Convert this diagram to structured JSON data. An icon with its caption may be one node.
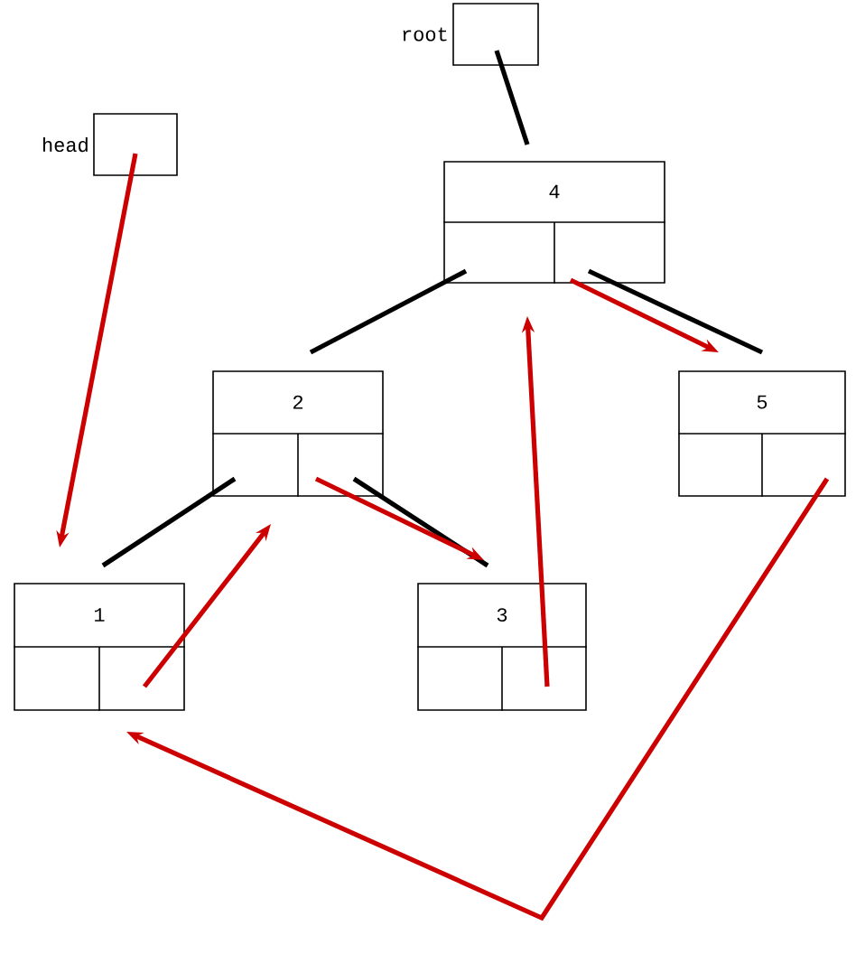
{
  "diagram": {
    "nodes": [
      {
        "text": [],
        "shape": "box",
        "beside": [
          "root"
        ]
      },
      {
        "text": [],
        "shape": "box",
        "beside": [
          "head"
        ]
      },
      {
        "text": [
          "4"
        ]
      },
      {
        "text": [
          "2"
        ]
      },
      {
        "text": [
          "5"
        ]
      },
      {
        "text": [
          "1"
        ]
      },
      {
        "text": [
          "3"
        ]
      }
    ],
    "edges": [
      {
        "from": 0,
        "to": 2,
        "arrow": "none",
        "color": "#000000"
      },
      {
        "from": 2,
        "to": 3,
        "arrow": "none",
        "color": "#000000"
      },
      {
        "from": 2,
        "to": 4,
        "arrow": "none",
        "color": "#000000"
      },
      {
        "from": 3,
        "to": 5,
        "arrow": "none",
        "color": "#000000"
      },
      {
        "from": 3,
        "to": 6,
        "arrow": "none",
        "color": "#000000"
      },
      {
        "from": 1,
        "to": 5,
        "arrow": "to"
      },
      {
        "from": 5,
        "to": 3,
        "arrow": "to"
      },
      {
        "from": 3,
        "to": 6,
        "arrow": "to"
      },
      {
        "from": 6,
        "to": 2,
        "arrow": "to"
      },
      {
        "from": 2,
        "to": 4,
        "arrow": "to"
      },
      {
        "from": 4,
        "to": 5,
        "arrow": "to"
      }
    ]
  }
}
